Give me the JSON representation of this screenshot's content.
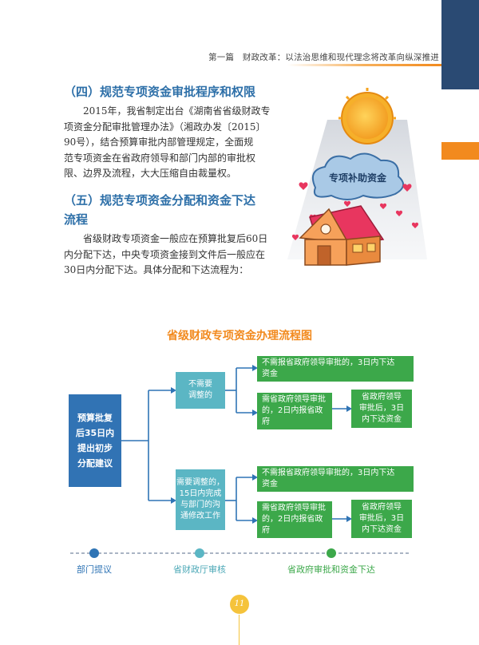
{
  "header": {
    "chapter_title": "第一篇　财政改革：以法治思维和现代理念将改革向纵深推进"
  },
  "section4": {
    "heading": "（四）规范专项资金审批程序和权限",
    "lines": [
      "2015年，我省制定出台《湖南省省级财政专",
      "项资金分配审批管理办法》（湘政办发〔2015〕",
      "90号），结合预算审批内部管理规定，全面规",
      "范专项资金在省政府领导和部门内部的审批权",
      "限、边界及流程，大大压缩自由裁量权。"
    ]
  },
  "section5": {
    "heading_line1": "（五）规范专项资金分配和资金下达",
    "heading_line2": "流程",
    "lines": [
      "省级财政专项资金一般应在预算批复后60日",
      "内分配下达，中央专项资金接到文件后一般应在",
      "30日内分配下达。具体分配和下达流程为："
    ]
  },
  "illustration": {
    "cloud_label": "专项补助资金"
  },
  "flowchart": {
    "title": "省级财政专项资金办理流程图",
    "start_box": [
      "预算批复",
      "后35日内",
      "提出初步",
      "分配建议"
    ],
    "branch_top": [
      "不需要",
      "调整的"
    ],
    "branch_bottom": [
      "需要调整的，",
      "15日内完成",
      "与部门的沟",
      "通修改工作"
    ],
    "top_no_review": [
      "不需报省政府领导审批的，3日内下达",
      "资金"
    ],
    "top_review": [
      "需省政府领导审批",
      "的，2日内报省政府"
    ],
    "top_after": [
      "省政府领导",
      "审批后，3日",
      "内下达资金"
    ],
    "bottom_no_review": [
      "不需报省政府领导审批的，3日内下达",
      "资金"
    ],
    "bottom_review": [
      "需省政府领导审批",
      "的，2日内报省政府"
    ],
    "bottom_after": [
      "省政府领导",
      "审批后，3日",
      "内下达资金"
    ]
  },
  "timeline": {
    "stages": [
      "部门提议",
      "省财政厅审核",
      "省政府审批和资金下达"
    ],
    "colors": [
      "#2f74b5",
      "#5bb6c4",
      "#3ca84a"
    ]
  },
  "footer": {
    "page_number": "11"
  },
  "colors": {
    "heading": "#2d6fa8",
    "accent_orange": "#f28a1e",
    "tab_blue": "#2a4a73"
  }
}
